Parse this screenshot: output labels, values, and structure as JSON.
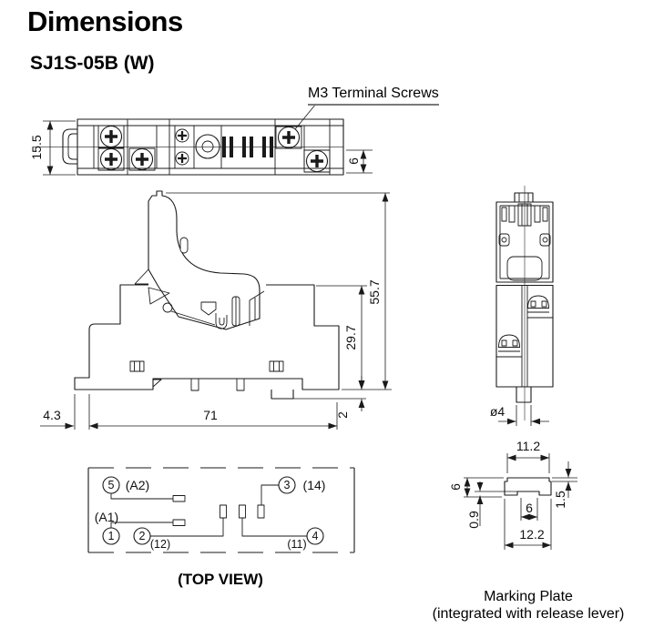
{
  "header": {
    "title": "Dimensions",
    "model": "SJ1S-05B (W)"
  },
  "annotations": {
    "terminal_screws": "M3 Terminal Screws",
    "top_view_caption": "(TOP VIEW)",
    "marking_plate_title": "Marking Plate",
    "marking_plate_subtitle": "(integrated with release lever)"
  },
  "dimensions": {
    "top_view_height": "15.5",
    "top_view_screw_row": "6",
    "front_overall_height": "55.7",
    "front_body_height": "29.7",
    "front_left_offset": "4.3",
    "front_width": "71",
    "front_foot_height": "2",
    "side_hole_diameter": "ø4",
    "plate_top_width": "11.2",
    "plate_height": "6",
    "plate_notch_depth": "0.9",
    "plate_notch_width": "6",
    "plate_bottom_width": "12.2",
    "plate_step_height": "1.5"
  },
  "schematic": {
    "terminals": [
      {
        "number": "5",
        "label": "(A2)"
      },
      {
        "number": "1",
        "label": "(A1)"
      },
      {
        "number": "2",
        "label": "(12)"
      },
      {
        "number": "3",
        "label": "(14)"
      },
      {
        "number": "4",
        "label": "(11)"
      }
    ]
  },
  "colors": {
    "line": "#1a1a1a",
    "dim_text": "#111111",
    "underline": "#7a7a7a",
    "background": "#ffffff"
  }
}
